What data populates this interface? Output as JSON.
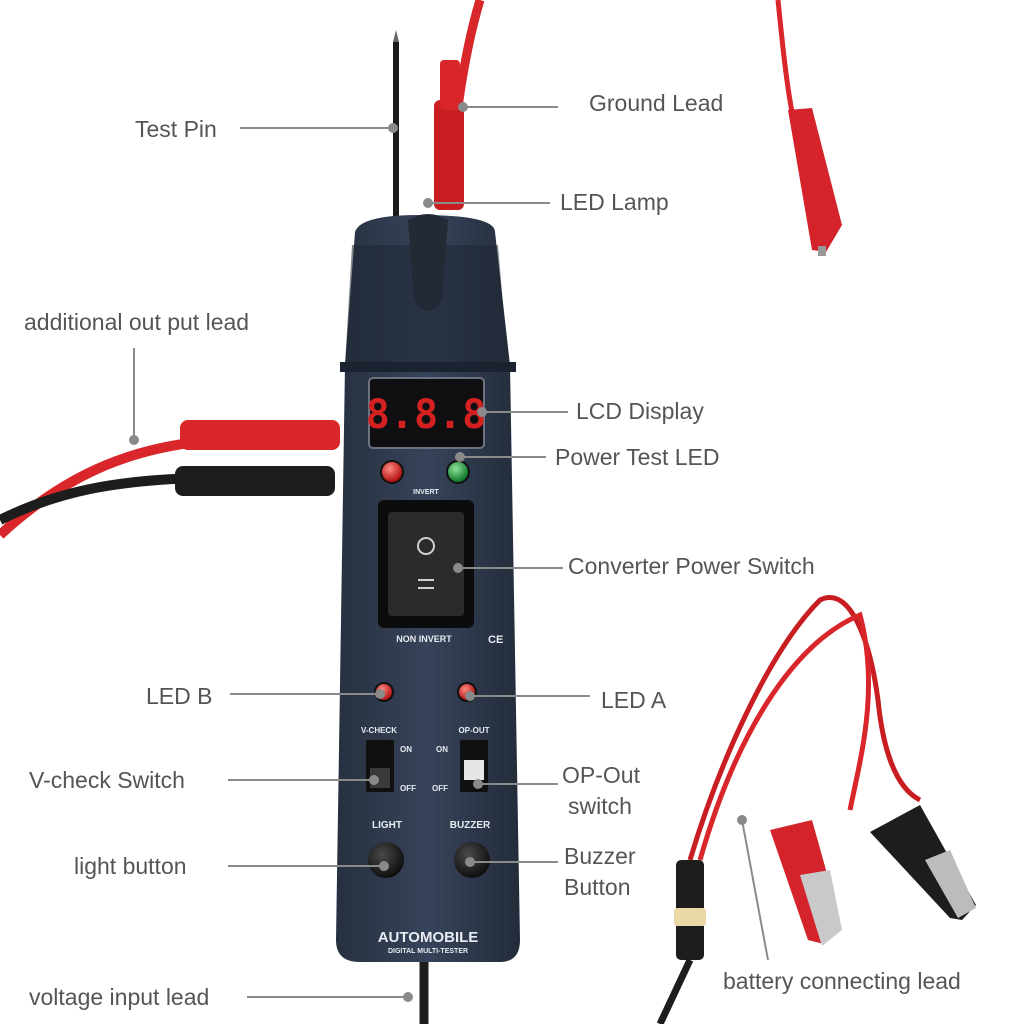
{
  "callouts": {
    "test_pin": "Test Pin",
    "ground_lead": "Ground Lead",
    "led_lamp": "LED Lamp",
    "additional_output_lead": "additional out put lead",
    "lcd_display": "LCD Display",
    "power_test_led": "Power Test LED",
    "converter_power_switch": "Converter Power Switch",
    "led_b": "LED B",
    "led_a": "LED A",
    "v_check_switch": "V-check Switch",
    "op_out_switch_line1": "OP-Out",
    "op_out_switch_line2": "switch",
    "light_button": "light button",
    "buzzer_button_line1": "Buzzer",
    "buzzer_button_line2": "Button",
    "voltage_input_lead": "voltage input lead",
    "battery_connecting_lead": "battery connecting lead"
  },
  "device": {
    "lcd_readout": "8.8.8",
    "invert_label": "INVERT",
    "non_invert_label": "NON INVERT",
    "ce_mark": "CE",
    "v_check_label": "V-CHECK",
    "op_out_label": "OP-OUT",
    "on_label": "ON",
    "off_label": "OFF",
    "light_label": "LIGHT",
    "buzzer_label": "BUZZER",
    "brand": "AUTOMOBILE",
    "model": "DIGITAL MULTI-TESTER"
  },
  "colors": {
    "body": "#2f3a4e",
    "lead_red": "#d8262a",
    "lead_black": "#1d1d1d",
    "led_red": "#d62020",
    "led_green": "#1f9c3a",
    "callout_line": "#8a8a8a"
  }
}
